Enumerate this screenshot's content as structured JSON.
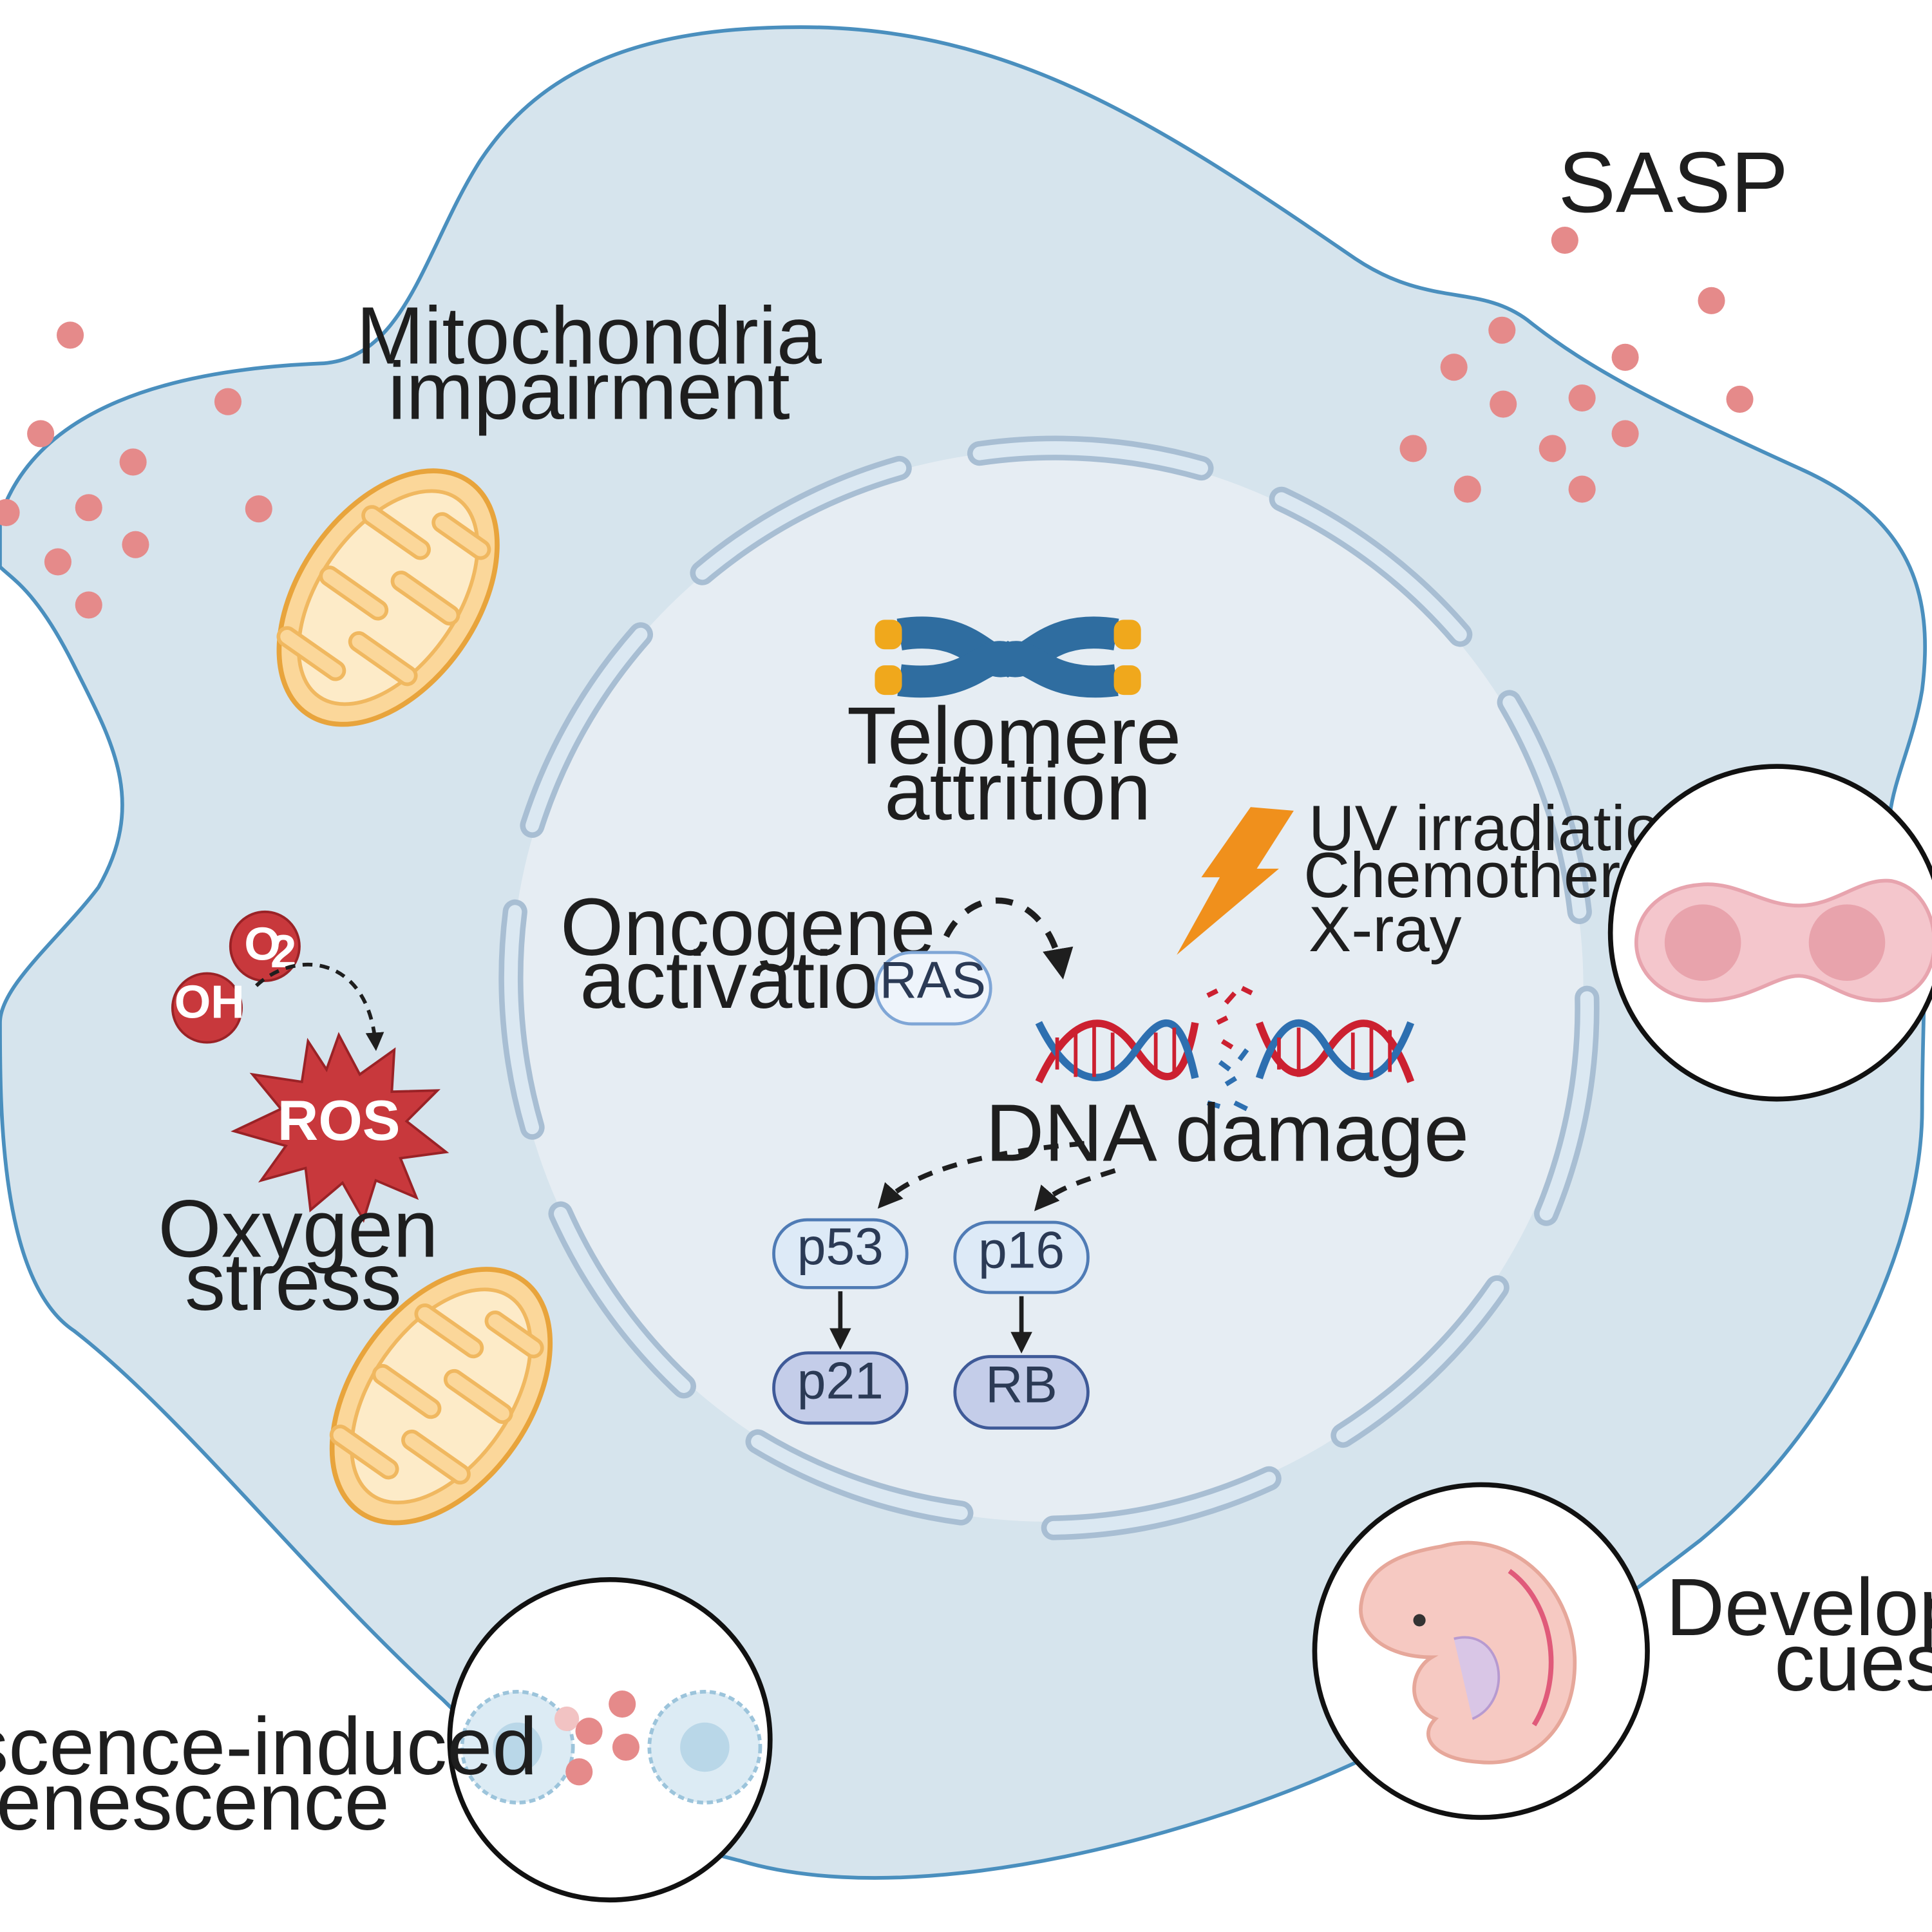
{
  "labels": {
    "sasp": "SASP",
    "mito_line1": "Mitochondria",
    "mito_line2": "impairment",
    "telomere_line1": "Telomere",
    "telomere_line2": "attrition",
    "oncogene_line1": "Oncogene",
    "oncogene_line2": "activation",
    "uv": "UV irradiation",
    "chemo": "Chemotherapy",
    "xray": "X-ray",
    "dna_damage": "DNA damage",
    "oxygen_line1": "Oxygen",
    "oxygen_line2": "stress",
    "dev_line1": "Developmen",
    "dev_line2": "cues",
    "sis_line1": "enescence-induced",
    "sis_line2": "senescence"
  },
  "molecules": {
    "ras": "RAS",
    "p53": "p53",
    "p16": "p16",
    "p21": "p21",
    "rb": "RB",
    "ros": "ROS",
    "o2": "O",
    "o2_sub": "2",
    "oh": "OH"
  },
  "colors": {
    "cell_fill": "#d6e4ed",
    "cell_stroke": "#4a8fbe",
    "nucleus_fill": "#e6edf3",
    "envelope": "#c9dcec",
    "sasp_dot": "#e58a8a",
    "mito_fill": "#fbd79a",
    "ros_red": "#c8383c",
    "dna_red": "#cc2030",
    "dna_blue": "#2d6fb0",
    "bolt": "#f0901c",
    "chromosome": "#2f6da0",
    "telomere_cap": "#f0a81c"
  }
}
